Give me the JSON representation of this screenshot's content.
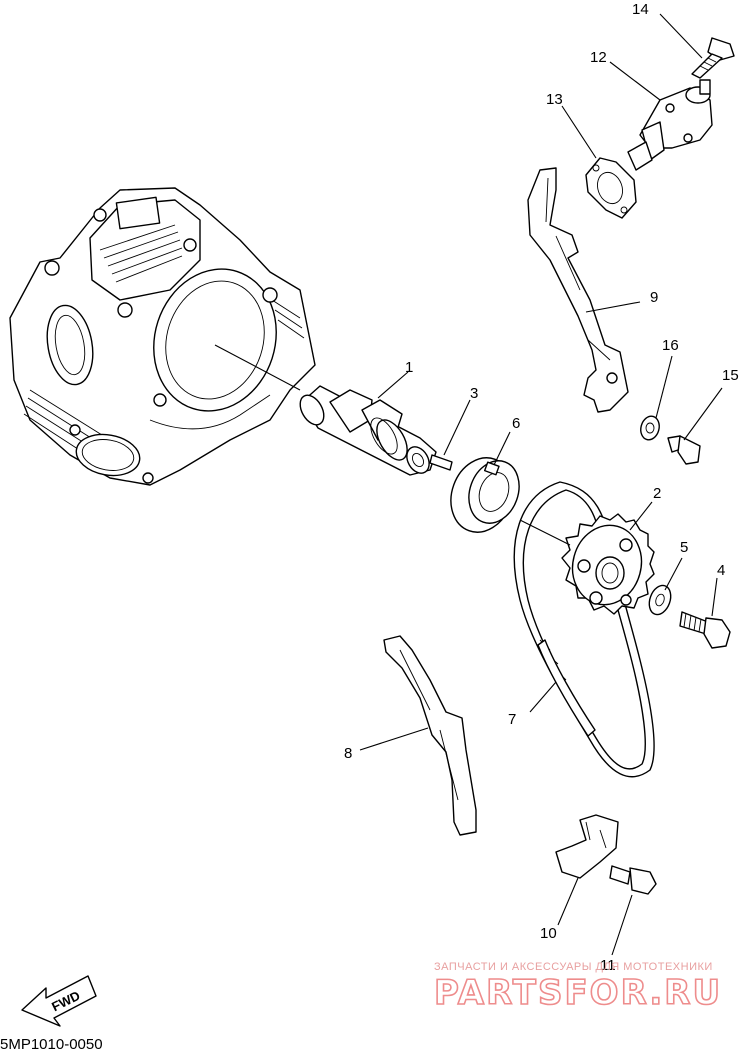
{
  "diagram_code": "5MP1010-0050",
  "fwd_label": "FWD",
  "watermark": {
    "tagline": "ЗАПЧАСТИ И АКСЕССУАРЫ ДЛЯ МОТОТЕХНИКИ",
    "logo": "PARTSFOR.RU"
  },
  "part_numbers": [
    "1",
    "2",
    "3",
    "4",
    "5",
    "6",
    "7",
    "8",
    "9",
    "10",
    "11",
    "12",
    "13",
    "14",
    "15",
    "16"
  ],
  "colors": {
    "line": "#000000",
    "background": "#ffffff",
    "watermark": "#ee8c8c"
  }
}
